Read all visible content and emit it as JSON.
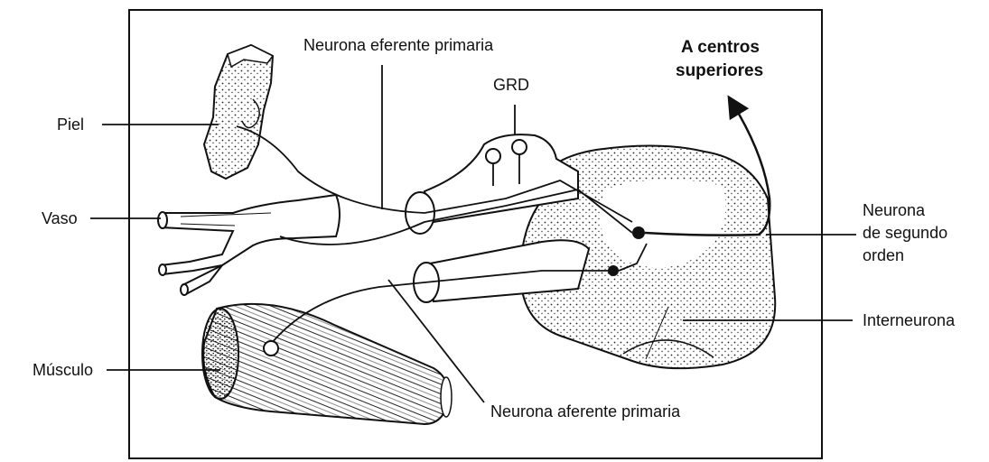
{
  "labels": {
    "piel": "Piel",
    "vaso": "Vaso",
    "musculo": "Músculo",
    "neurona_eferente": "Neurona eferente primaria",
    "grd": "GRD",
    "centros_line1": "A centros",
    "centros_line2": "superiores",
    "segundo_line1": "Neurona",
    "segundo_line2": "de segundo",
    "segundo_line3": "orden",
    "interneurona": "Interneurona",
    "neurona_aferente": "Neurona aferente primaria"
  }
}
